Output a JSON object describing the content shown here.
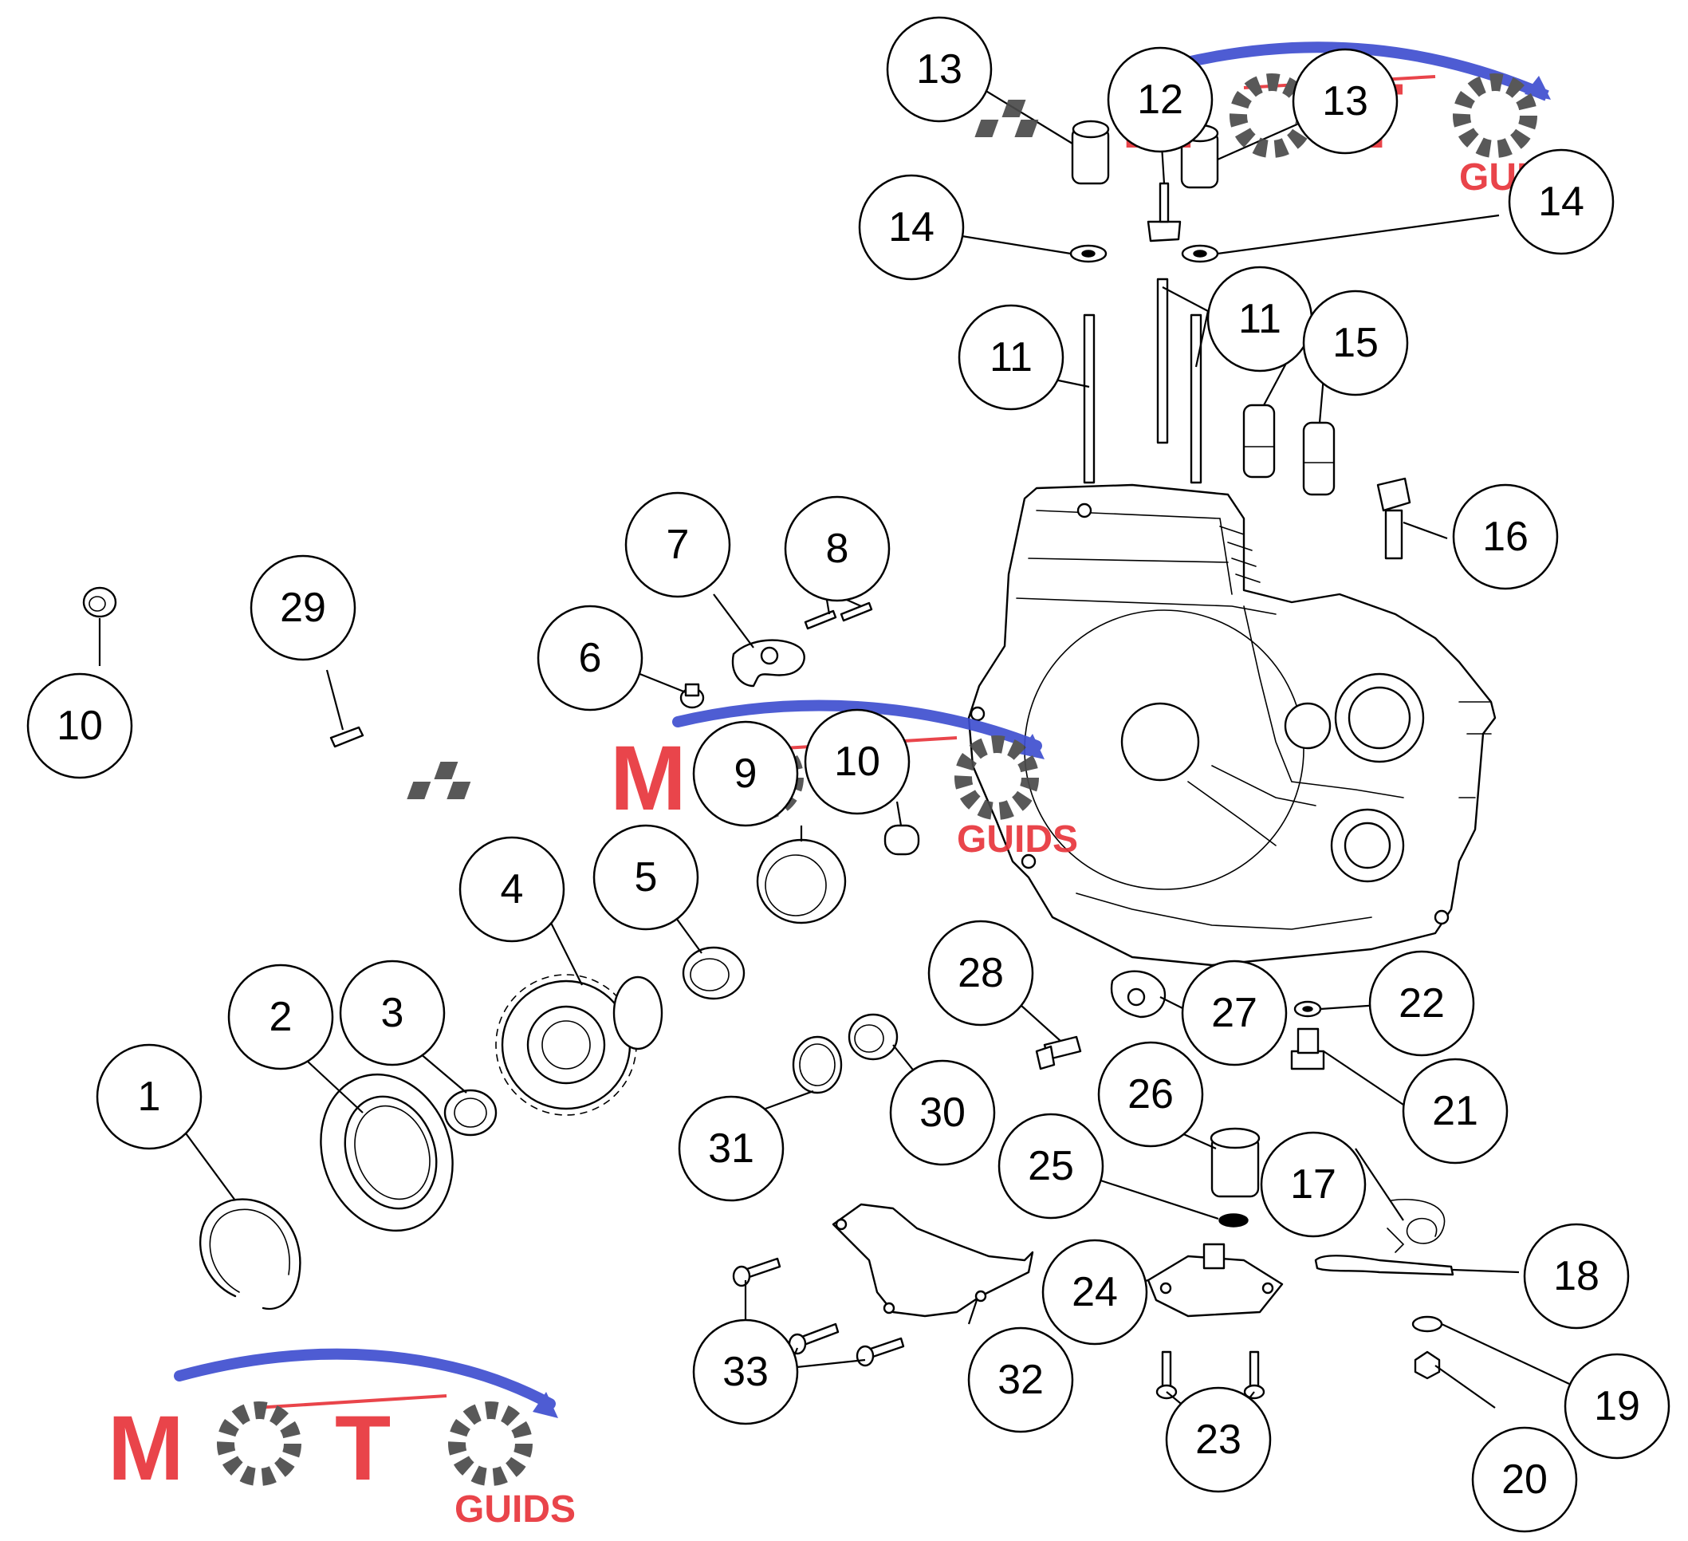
{
  "callouts": [
    {
      "id": "c1",
      "label": "1"
    },
    {
      "id": "c2",
      "label": "2"
    },
    {
      "id": "c3",
      "label": "3"
    },
    {
      "id": "c4",
      "label": "4"
    },
    {
      "id": "c5",
      "label": "5"
    },
    {
      "id": "c6",
      "label": "6"
    },
    {
      "id": "c7",
      "label": "7"
    },
    {
      "id": "c8",
      "label": "8"
    },
    {
      "id": "c9",
      "label": "9"
    },
    {
      "id": "c10a",
      "label": "10"
    },
    {
      "id": "c10b",
      "label": "10"
    },
    {
      "id": "c11a",
      "label": "11"
    },
    {
      "id": "c11b",
      "label": "11"
    },
    {
      "id": "c12",
      "label": "12"
    },
    {
      "id": "c13a",
      "label": "13"
    },
    {
      "id": "c13b",
      "label": "13"
    },
    {
      "id": "c14a",
      "label": "14"
    },
    {
      "id": "c14b",
      "label": "14"
    },
    {
      "id": "c15",
      "label": "15"
    },
    {
      "id": "c16",
      "label": "16"
    },
    {
      "id": "c17",
      "label": "17"
    },
    {
      "id": "c18",
      "label": "18"
    },
    {
      "id": "c19",
      "label": "19"
    },
    {
      "id": "c20",
      "label": "20"
    },
    {
      "id": "c21",
      "label": "21"
    },
    {
      "id": "c22",
      "label": "22"
    },
    {
      "id": "c23",
      "label": "23"
    },
    {
      "id": "c24",
      "label": "24"
    },
    {
      "id": "c25",
      "label": "25"
    },
    {
      "id": "c26",
      "label": "26"
    },
    {
      "id": "c27",
      "label": "27"
    },
    {
      "id": "c28",
      "label": "28"
    },
    {
      "id": "c29",
      "label": "29"
    },
    {
      "id": "c30",
      "label": "30"
    },
    {
      "id": "c31",
      "label": "31"
    },
    {
      "id": "c32",
      "label": "32"
    },
    {
      "id": "c33",
      "label": "33"
    }
  ],
  "watermark": {
    "text_moto_m": "M",
    "text_moto_t": "T",
    "text_guids": "GUIDS",
    "colors": {
      "red": "#e8353b",
      "blue": "#3f4fd0",
      "gray": "#4a4a4a"
    }
  }
}
